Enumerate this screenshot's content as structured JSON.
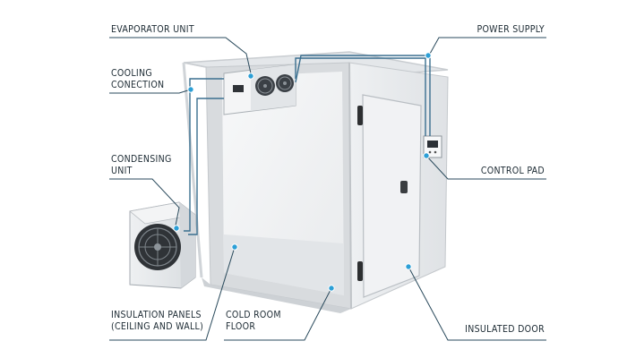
{
  "labels": {
    "evaporator": [
      "EVAPORATOR UNIT"
    ],
    "cooling": [
      "COOLING",
      "CONECTION"
    ],
    "condensing": [
      "CONDENSING",
      "UNIT"
    ],
    "insulation": [
      "INSULATION PANELS",
      "(CEILING AND WALL)"
    ],
    "floor": [
      "COLD ROOM",
      "FLOOR"
    ],
    "power": [
      "POWER SUPPLY"
    ],
    "control": [
      "CONTROL PAD"
    ],
    "door": [
      "INSULATED DOOR"
    ]
  },
  "colors": {
    "leader": "#2a4a5c",
    "pipe": "#3a6f8f",
    "dot": "#2c9fd6",
    "panel_front": "#f2f3f4",
    "panel_side": "#e6e8ea",
    "frame": "#d3d6d9"
  },
  "icons": [
    "evaporator-fan-icon",
    "condenser-fan-icon",
    "control-pad-icon",
    "door-handle-icon"
  ]
}
